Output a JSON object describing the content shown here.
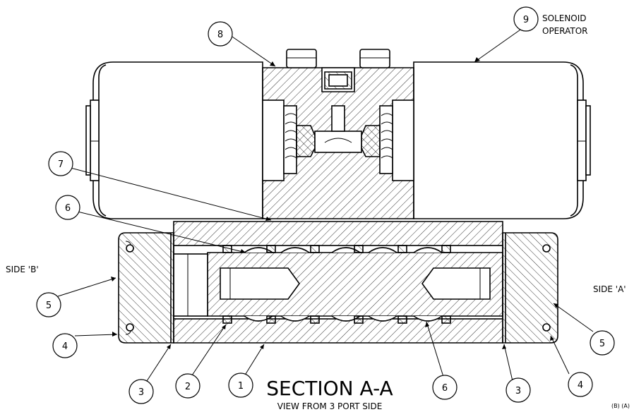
{
  "title": "SECTION A-A",
  "subtitle": "VIEW FROM 3 PORT SIDE",
  "side_b": "SIDE 'B'",
  "side_a": "SIDE 'A'",
  "solenoid_label_line1": "SOLENOID",
  "solenoid_label_line2": "OPERATOR",
  "corner_label": "(B) (A)",
  "balloons": [
    {
      "id": "balloon-8",
      "label": "8"
    },
    {
      "id": "balloon-9",
      "label": "9"
    },
    {
      "id": "balloon-7",
      "label": "7"
    },
    {
      "id": "balloon-6-left",
      "label": "6"
    },
    {
      "id": "balloon-5-left",
      "label": "5"
    },
    {
      "id": "balloon-4-left",
      "label": "4"
    },
    {
      "id": "balloon-3-left",
      "label": "3"
    },
    {
      "id": "balloon-2",
      "label": "2"
    },
    {
      "id": "balloon-1",
      "label": "1"
    },
    {
      "id": "balloon-6-right",
      "label": "6"
    },
    {
      "id": "balloon-3-right",
      "label": "3"
    },
    {
      "id": "balloon-4-right",
      "label": "4"
    },
    {
      "id": "balloon-5-right",
      "label": "5"
    }
  ]
}
